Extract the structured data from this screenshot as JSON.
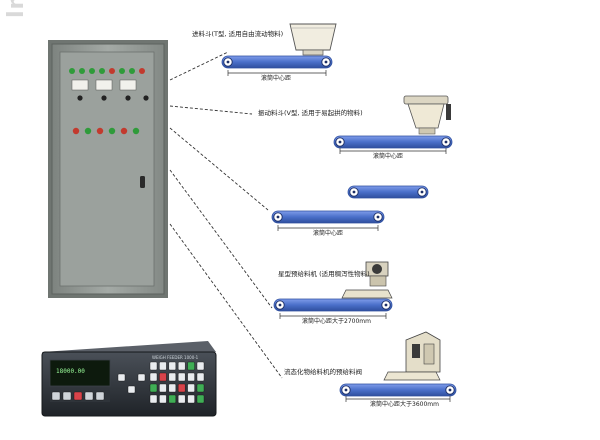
{
  "watermark": "lms",
  "labels": {
    "hopper_t": "进料斗(T型, 适用自由流动物料)",
    "hopper_v": "振动料斗(V型, 适用于易起拱的物料)",
    "star_feeder": "星型预给料机 (适用稠泻性物料)",
    "fluid_prefeeder": "流态化物给料机的预给料阀"
  },
  "dimensions": {
    "d1": "滚筒中心距",
    "d2": "滚筒中心距",
    "d3": "滚筒中心距",
    "d4": "滚筒中心距大于2700mm",
    "d5": "滚筒中心距大于3600mm"
  },
  "controller": {
    "brand": "WEIGH FEEDER 1000-1",
    "display": "18000.00"
  },
  "colors": {
    "belt": "#4a6fc9",
    "belt_dark": "#2f4f9e",
    "cabinet": "#8f9590",
    "panel": "#2b2f35"
  }
}
